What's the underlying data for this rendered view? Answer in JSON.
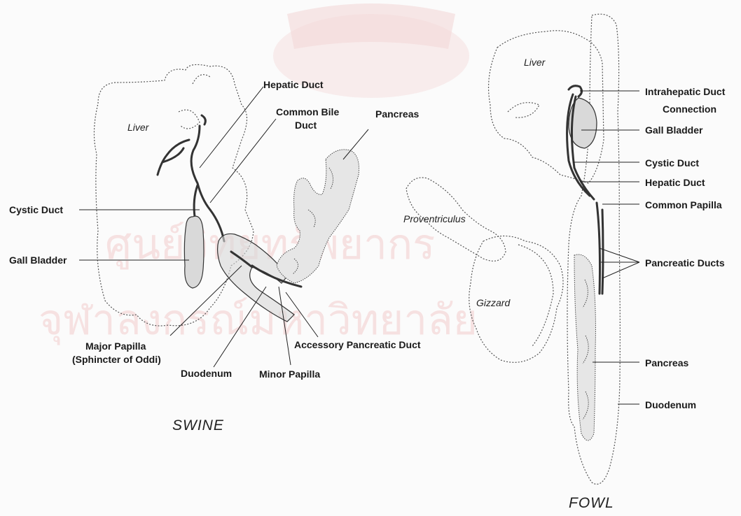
{
  "watermark": {
    "line1": "ศูนย์วิทยทรัพยากร",
    "line2": "จุฬาลงกรณ์มหาวิทยาลัย"
  },
  "swine": {
    "title": "SWINE",
    "liver": "Liver",
    "labels": {
      "hepatic_duct": "Hepatic Duct",
      "common_bile_duct_1": "Common Bile",
      "common_bile_duct_2": "Duct",
      "pancreas": "Pancreas",
      "cystic_duct": "Cystic Duct",
      "gall_bladder": "Gall Bladder",
      "major_papilla_1": "Major Papilla",
      "major_papilla_2": "(Sphincter of Oddi)",
      "duodenum": "Duodenum",
      "minor_papilla": "Minor Papilla",
      "accessory_pancreatic_duct": "Accessory Pancreatic Duct"
    }
  },
  "fowl": {
    "title": "FOWL",
    "liver": "Liver",
    "proventriculus": "Proventriculus",
    "gizzard": "Gizzard",
    "labels": {
      "intrahepatic_1": "Intrahepatic Duct",
      "intrahepatic_2": "Connection",
      "gall_bladder": "Gall Bladder",
      "cystic_duct": "Cystic Duct",
      "hepatic_duct": "Hepatic Duct",
      "common_papilla": "Common Papilla",
      "pancreatic_ducts": "Pancreatic Ducts",
      "pancreas": "Pancreas",
      "duodenum": "Duodenum"
    }
  }
}
